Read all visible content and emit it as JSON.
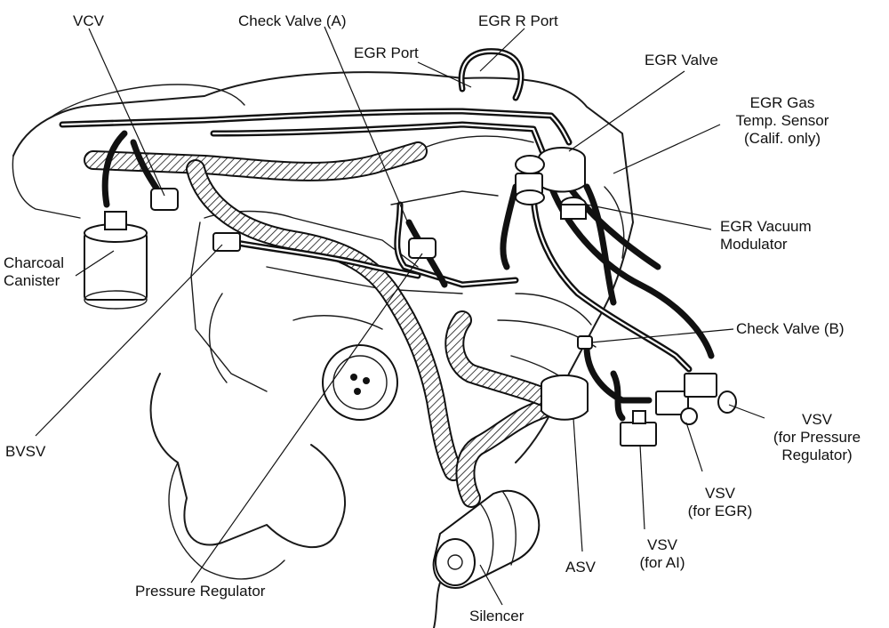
{
  "labels": {
    "vcv": "VCV",
    "check_valve_a": "Check Valve (A)",
    "egr_r_port": "EGR R Port",
    "egr_port": "EGR Port",
    "egr_valve": "EGR Valve",
    "egr_gas_temp_sensor": [
      "EGR Gas",
      "Temp. Sensor",
      "(Calif. only)"
    ],
    "egr_vacuum_modulator": [
      "EGR Vacuum",
      "Modulator"
    ],
    "charcoal_canister": [
      "Charcoal",
      "Canister"
    ],
    "check_valve_b": "Check Valve (B)",
    "bvsv": "BVSV",
    "vsv_pressure_regulator": [
      "VSV",
      "(for Pressure",
      "Regulator)"
    ],
    "vsv_egr": [
      "VSV",
      "(for EGR)"
    ],
    "vsv_ai": [
      "VSV",
      "(for AI)"
    ],
    "asv": "ASV",
    "pressure_regulator": "Pressure Regulator",
    "silencer": "Silencer"
  }
}
